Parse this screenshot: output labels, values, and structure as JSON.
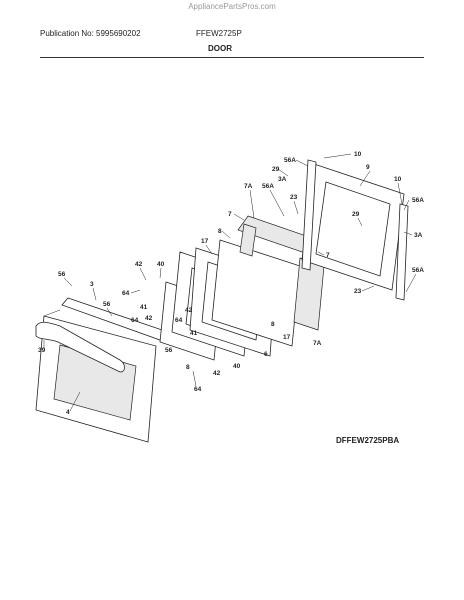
{
  "header": {
    "watermark": "AppliancePartsPros.com",
    "publication": "Publication No: 5995690202",
    "model": "FFEW2725P",
    "section": "DOOR"
  },
  "footer": {
    "diagram_code": "DFFEW2725PBA"
  },
  "callouts": {
    "c10a": "10",
    "c56a_1": "56A",
    "c29a": "29",
    "c3a_1": "3A",
    "c9": "9",
    "c10b": "10",
    "c56a_2": "56A",
    "c7a_1": "7A",
    "c56a_3": "56A",
    "c23a": "23",
    "c7a": "7",
    "c8a": "8",
    "c29b": "29",
    "c3a_2": "3A",
    "c17a": "17",
    "c42a": "42",
    "c40a": "40",
    "c56a": "56",
    "c3": "3",
    "c64a": "64",
    "c56b": "56",
    "c41a": "41",
    "c42b": "42",
    "c64b": "64",
    "c64c": "64",
    "c42c": "42",
    "c41b": "41",
    "c39": "39",
    "c56c": "56",
    "c56a_4": "56A",
    "c23b": "23",
    "c7b": "7",
    "c8b": "8",
    "c17b": "17",
    "c7a_2": "7A",
    "c6": "6",
    "c8c": "8",
    "c40b": "40",
    "c42d": "42",
    "c64d": "64",
    "c4": "4"
  }
}
